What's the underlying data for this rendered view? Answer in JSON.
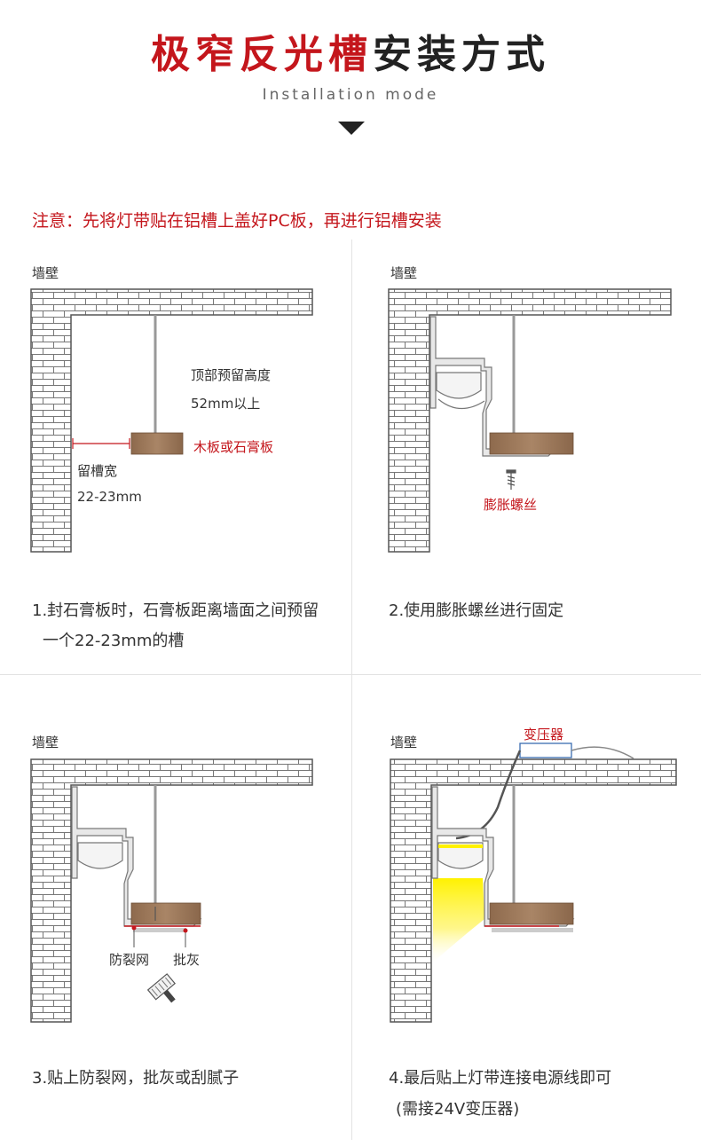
{
  "header": {
    "title_red": "极窄反光槽",
    "title_dark": "安装方式",
    "subtitle": "Installation mode"
  },
  "note": "注意：先将灯带贴在铝槽上盖好PC板，再进行铝槽安装",
  "panels": {
    "p1": {
      "wall_label": "墙壁",
      "height_line1": "顶部预留高度",
      "height_line2": "52mm以上",
      "board_label": "木板或石膏板",
      "gap_line1": "留槽宽",
      "gap_line2": "22-23mm",
      "caption_line1": "1.封石膏板时，石膏板距离墙面之间预留",
      "caption_line2": "一个22-23mm的槽"
    },
    "p2": {
      "wall_label": "墙壁",
      "screw_label": "膨胀螺丝",
      "caption": "2.使用膨胀螺丝进行固定"
    },
    "p3": {
      "wall_label": "墙壁",
      "mesh_label": "防裂网",
      "putty_label": "批灰",
      "caption": "3.贴上防裂网，批灰或刮腻子"
    },
    "p4": {
      "wall_label": "墙壁",
      "transformer_label": "变压器",
      "caption_line1": "4.最后贴上灯带连接电源线即可",
      "caption_line2": "(需接24V变压器)"
    }
  },
  "colors": {
    "accent_red": "#c4161c",
    "wood": "#9b7a5c",
    "led_yellow": "#fff200"
  }
}
